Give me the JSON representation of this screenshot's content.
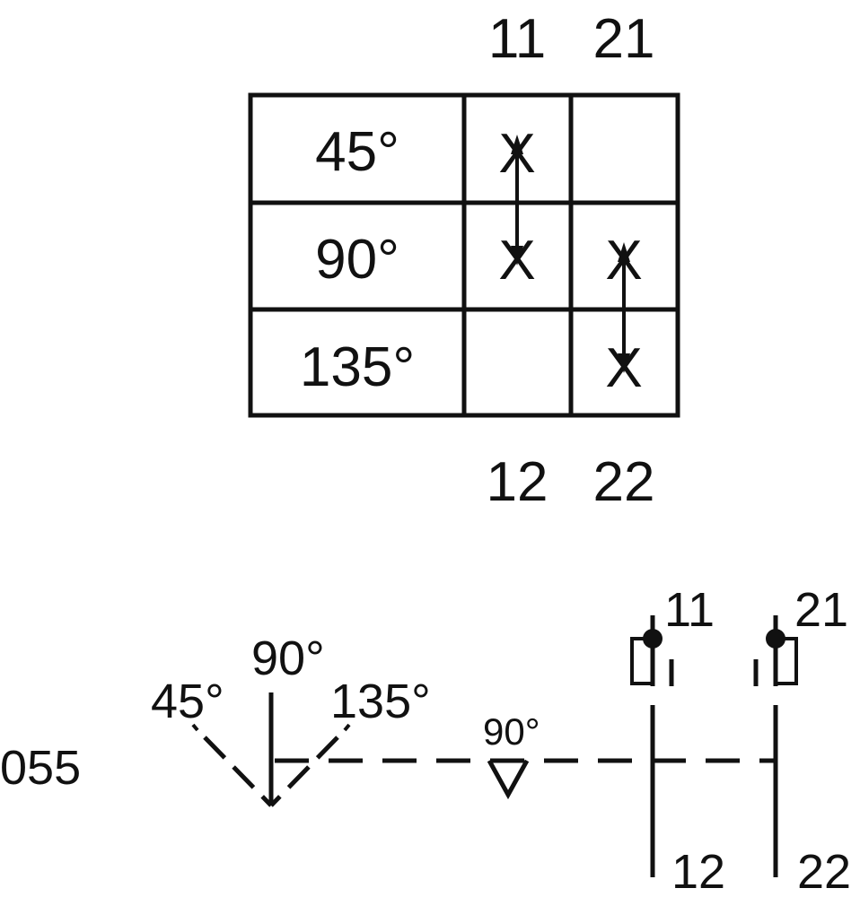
{
  "table": {
    "top_terminals": [
      "11",
      "21"
    ],
    "bottom_terminals": [
      "12",
      "22"
    ],
    "rows": [
      {
        "angle": "45°",
        "c1": "X",
        "c2": ""
      },
      {
        "angle": "90°",
        "c1": "X",
        "c2": "X"
      },
      {
        "angle": "135°",
        "c1": "",
        "c2": "X"
      }
    ]
  },
  "actuator": {
    "code": "055",
    "angle_left": "45°",
    "angle_top": "90°",
    "angle_right": "135°",
    "detent_label": "90°"
  },
  "contacts": [
    {
      "top": "11",
      "bottom": "12"
    },
    {
      "top": "21",
      "bottom": "22"
    }
  ]
}
